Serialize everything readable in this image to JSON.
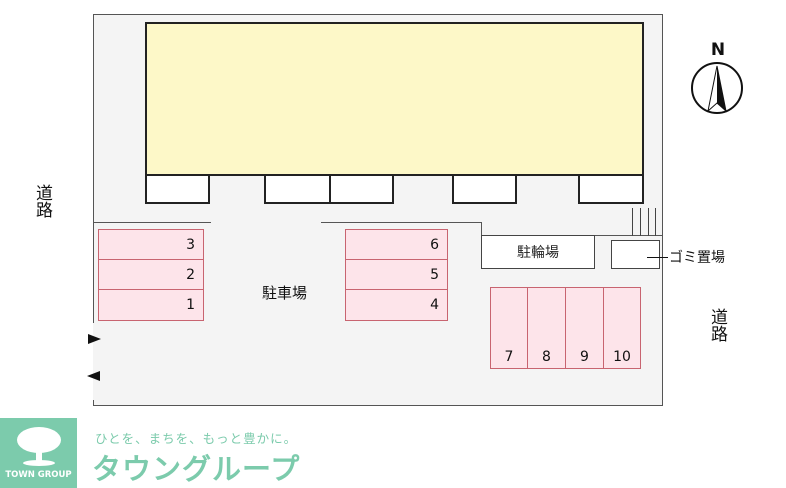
{
  "labels": {
    "parking": "駐車場",
    "bicycle": "駐輪場",
    "garbage": "ゴミ置場",
    "road_left": "道路",
    "road_right": "道路",
    "north": "N"
  },
  "parking_left": [
    "3",
    "2",
    "1"
  ],
  "parking_middle": [
    "6",
    "5",
    "4"
  ],
  "parking_right": [
    "7",
    "8",
    "9",
    "10"
  ],
  "logo": {
    "brand": "TOWN GROUP",
    "tagline": "ひとを、まちを、もっと豊かに。",
    "name": "タウングループ",
    "color": "#7ccbac"
  },
  "colors": {
    "building": "#fdf8c8",
    "parking": "#fde4ea",
    "parking_border": "#c86470"
  }
}
